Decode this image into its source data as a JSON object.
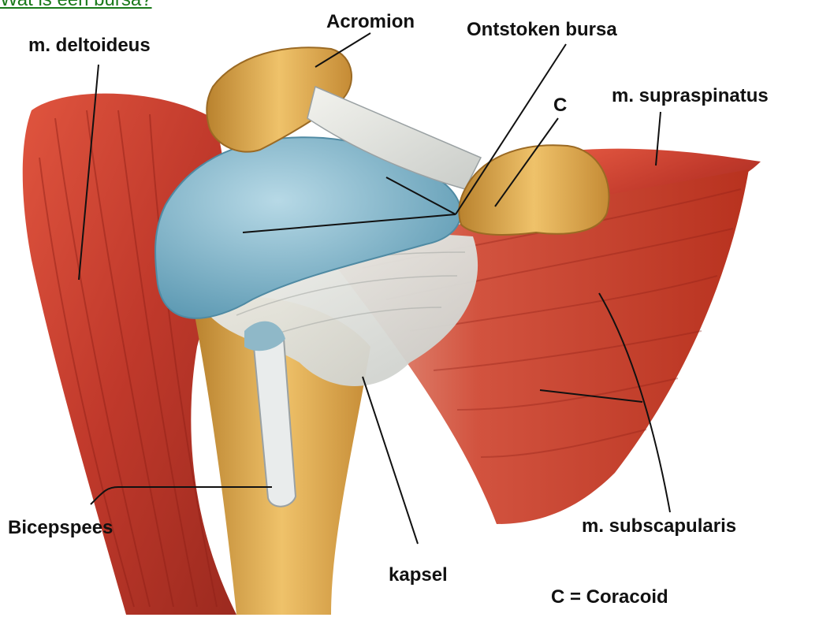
{
  "heading": "Wat is een bursa?",
  "labels": {
    "deltoideus": "m. deltoideus",
    "acromion": "Acromion",
    "bursa": "Ontstoken bursa",
    "c": "C",
    "supraspinatus": "m. supraspinatus",
    "bicepspees": "Bicepspees",
    "subscapularis": "m. subscapularis",
    "kapsel": "kapsel",
    "legend": "C = Coracoid"
  },
  "colors": {
    "muscle": "#c0392b",
    "muscle_dark": "#8e1f16",
    "bone": "#d9a446",
    "bursa": "#7fb3c9",
    "tendon": "#e6e6e0"
  }
}
